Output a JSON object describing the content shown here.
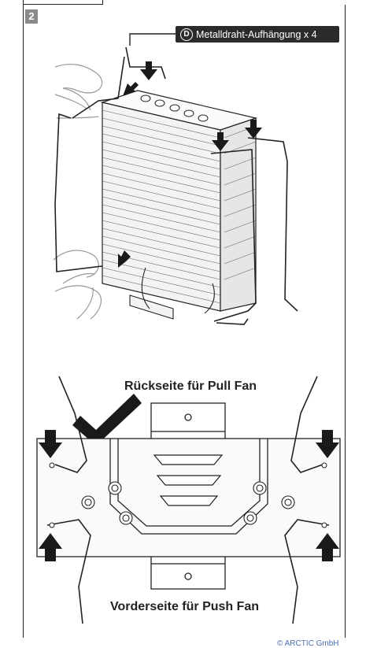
{
  "step": {
    "number": "2"
  },
  "callout": {
    "letter": "D",
    "text": "Metalldraht-Aufhängung x 4"
  },
  "back_view": {
    "caption": "Rückseite für Pull Fan"
  },
  "front_view": {
    "caption": "Vorderseite für Push Fan"
  },
  "footer": {
    "copyright": "© ARCTIC GmbH"
  },
  "colors": {
    "line": "#222222",
    "callout_bg": "#2b2b2b",
    "badge_bg": "#8a8a8a",
    "copyright": "#4a6fb0"
  },
  "icons": [
    "down-arrow-icon",
    "up-arrow-icon",
    "checkmark-icon"
  ]
}
